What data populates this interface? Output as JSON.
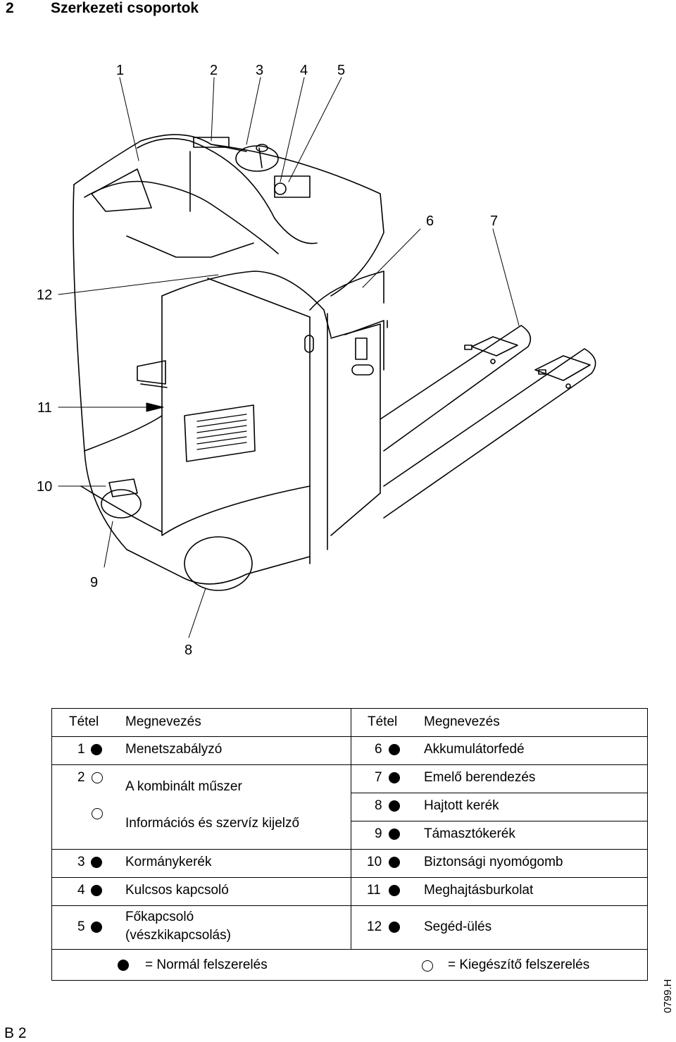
{
  "header": {
    "section_number": "2",
    "title": "Szerkezeti csoportok"
  },
  "figure": {
    "callouts": [
      "1",
      "2",
      "3",
      "4",
      "5",
      "6",
      "7",
      "8",
      "9",
      "10",
      "11",
      "12"
    ]
  },
  "table": {
    "headers": {
      "item": "Tétel",
      "name": "Megnevezés"
    },
    "left": [
      {
        "num": "1",
        "bullet": "standard",
        "name": "Menetszabályzó"
      },
      {
        "num": "2",
        "bullet": "optional",
        "name": "A kombinált műszer"
      },
      {
        "num": "",
        "bullet": "optional",
        "name": "Információs és szervíz kijelző"
      },
      {
        "num": "3",
        "bullet": "standard",
        "name": "Kormánykerék"
      },
      {
        "num": "4",
        "bullet": "standard",
        "name": "Kulcsos kapcsoló"
      },
      {
        "num": "5",
        "bullet": "standard",
        "name_line1": "Főkapcsoló",
        "name_line2": "(vészkikapcsolás)"
      }
    ],
    "right": [
      {
        "num": "6",
        "bullet": "standard",
        "name": "Akkumulátorfedé"
      },
      {
        "num": "7",
        "bullet": "standard",
        "name": "Emelő berendezés"
      },
      {
        "num": "8",
        "bullet": "standard",
        "name": "Hajtott kerék"
      },
      {
        "num": "9",
        "bullet": "standard",
        "name": "Támasztókerék"
      },
      {
        "num": "10",
        "bullet": "standard",
        "name": "Biztonsági nyomógomb"
      },
      {
        "num": "11",
        "bullet": "standard",
        "name": "Meghajtásburkolat"
      },
      {
        "num": "12",
        "bullet": "standard",
        "name": "Segéd-ülés"
      }
    ],
    "legend": {
      "standard": "= Normál felszerelés",
      "optional": "= Kiegészítő felszerelés"
    }
  },
  "footer": {
    "page": "B 2",
    "doc_code": "0799.H"
  }
}
